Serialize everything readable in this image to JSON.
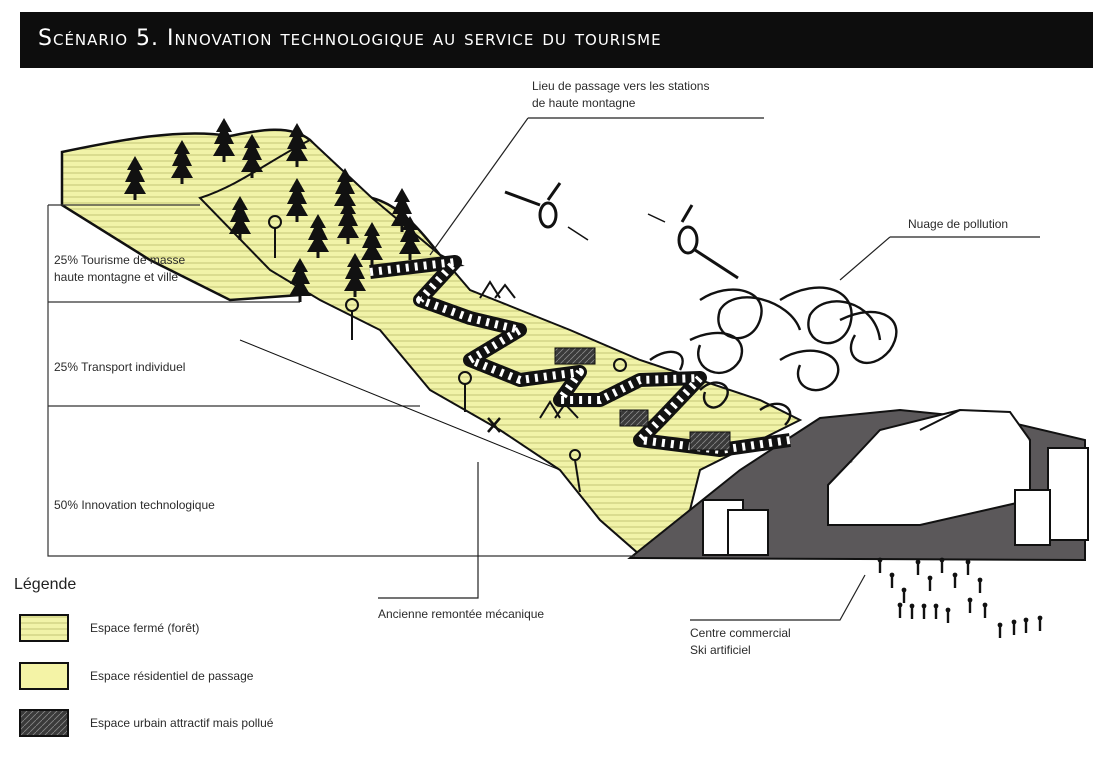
{
  "title": "Scénario 5. Innovation technologique au service du tourisme",
  "shares": [
    {
      "line1": "25%  Tourisme de masse",
      "line2": "haute montagne et ville"
    },
    {
      "line1": "25% Transport individuel",
      "line2": ""
    },
    {
      "line1": "50% Innovation technologique",
      "line2": ""
    }
  ],
  "annotations": {
    "passage_line1": "Lieu de passage vers les stations",
    "passage_line2": "de haute montagne",
    "pollution": "Nuage de pollution",
    "remontee": "Ancienne remontée mécanique",
    "centre_line1": "Centre commercial",
    "centre_line2": "Ski artificiel"
  },
  "legend": {
    "title": "Légende",
    "items": [
      {
        "label": "Espace fermé (forêt)",
        "color": "#f1f3a8",
        "pattern": "striped"
      },
      {
        "label": "Espace résidentiel de passage",
        "color": "#f4f3a6",
        "pattern": "plain"
      },
      {
        "label": "Espace urbain attractif mais pollué",
        "color": "#4a4a4a",
        "pattern": "dark"
      }
    ]
  },
  "colors": {
    "yellow": "#f1f3a8",
    "urban": "#5b585a",
    "ink": "#111111"
  }
}
